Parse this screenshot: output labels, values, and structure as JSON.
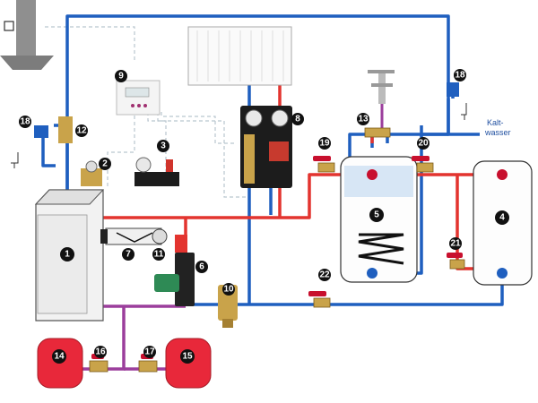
{
  "diagram": {
    "labels": [
      "1",
      "2",
      "3",
      "4",
      "5",
      "6",
      "7",
      "8",
      "9",
      "10",
      "11",
      "12",
      "13",
      "14",
      "15",
      "16",
      "17",
      "18",
      "19",
      "20",
      "21",
      "22"
    ],
    "cold_water_line1": "Kalt-",
    "cold_water_line2": "wasser"
  },
  "colors": {
    "hot": "#e3342f",
    "cold": "#1f5fbf",
    "mix": "#9b3e9c",
    "control": "#b9c6cf",
    "tank_red": "#e8283a"
  }
}
